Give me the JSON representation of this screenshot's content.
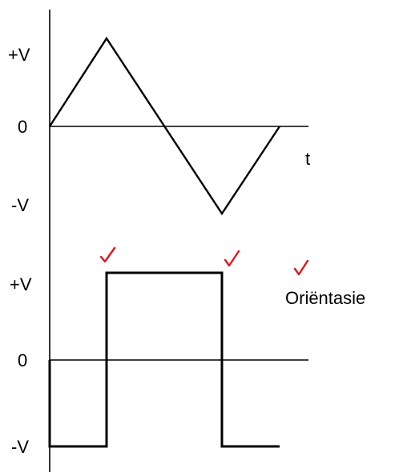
{
  "labels": {
    "pos_v": "+V",
    "zero": "0",
    "neg_v": "-V",
    "time": "t",
    "annotation": "Oriëntasie"
  },
  "colors": {
    "line": "#000000",
    "check": "#e8141b"
  },
  "icons": {
    "check": "check-icon"
  }
}
